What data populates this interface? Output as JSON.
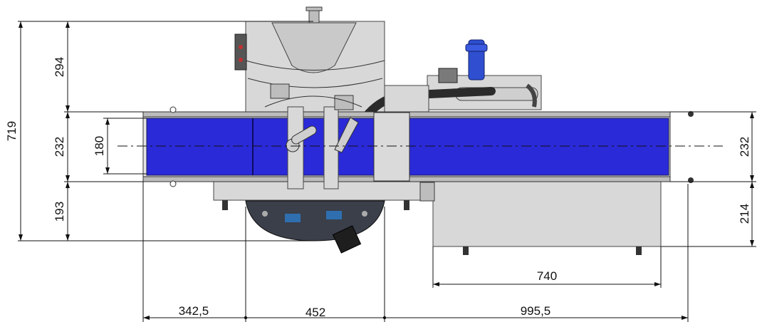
{
  "dimensions": {
    "overall_height": "719",
    "top_section": "294",
    "belt_height_left": "232",
    "belt_inner": "180",
    "bottom_section_left": "193",
    "belt_height_right": "232",
    "bottom_section_right": "214",
    "right_base_length": "740",
    "left_length": "342,5",
    "middle_length": "452",
    "right_length": "995,5"
  },
  "colors": {
    "belt": "#2a2ad8",
    "belt_dark": "#1414a8",
    "metal": "#d8d8d8",
    "metal_dark": "#9a9a9a",
    "hose": "#2b2b2b",
    "blue_part": "#2f4fd0",
    "red_part": "#c03030",
    "panel": "#3a3f4a"
  }
}
